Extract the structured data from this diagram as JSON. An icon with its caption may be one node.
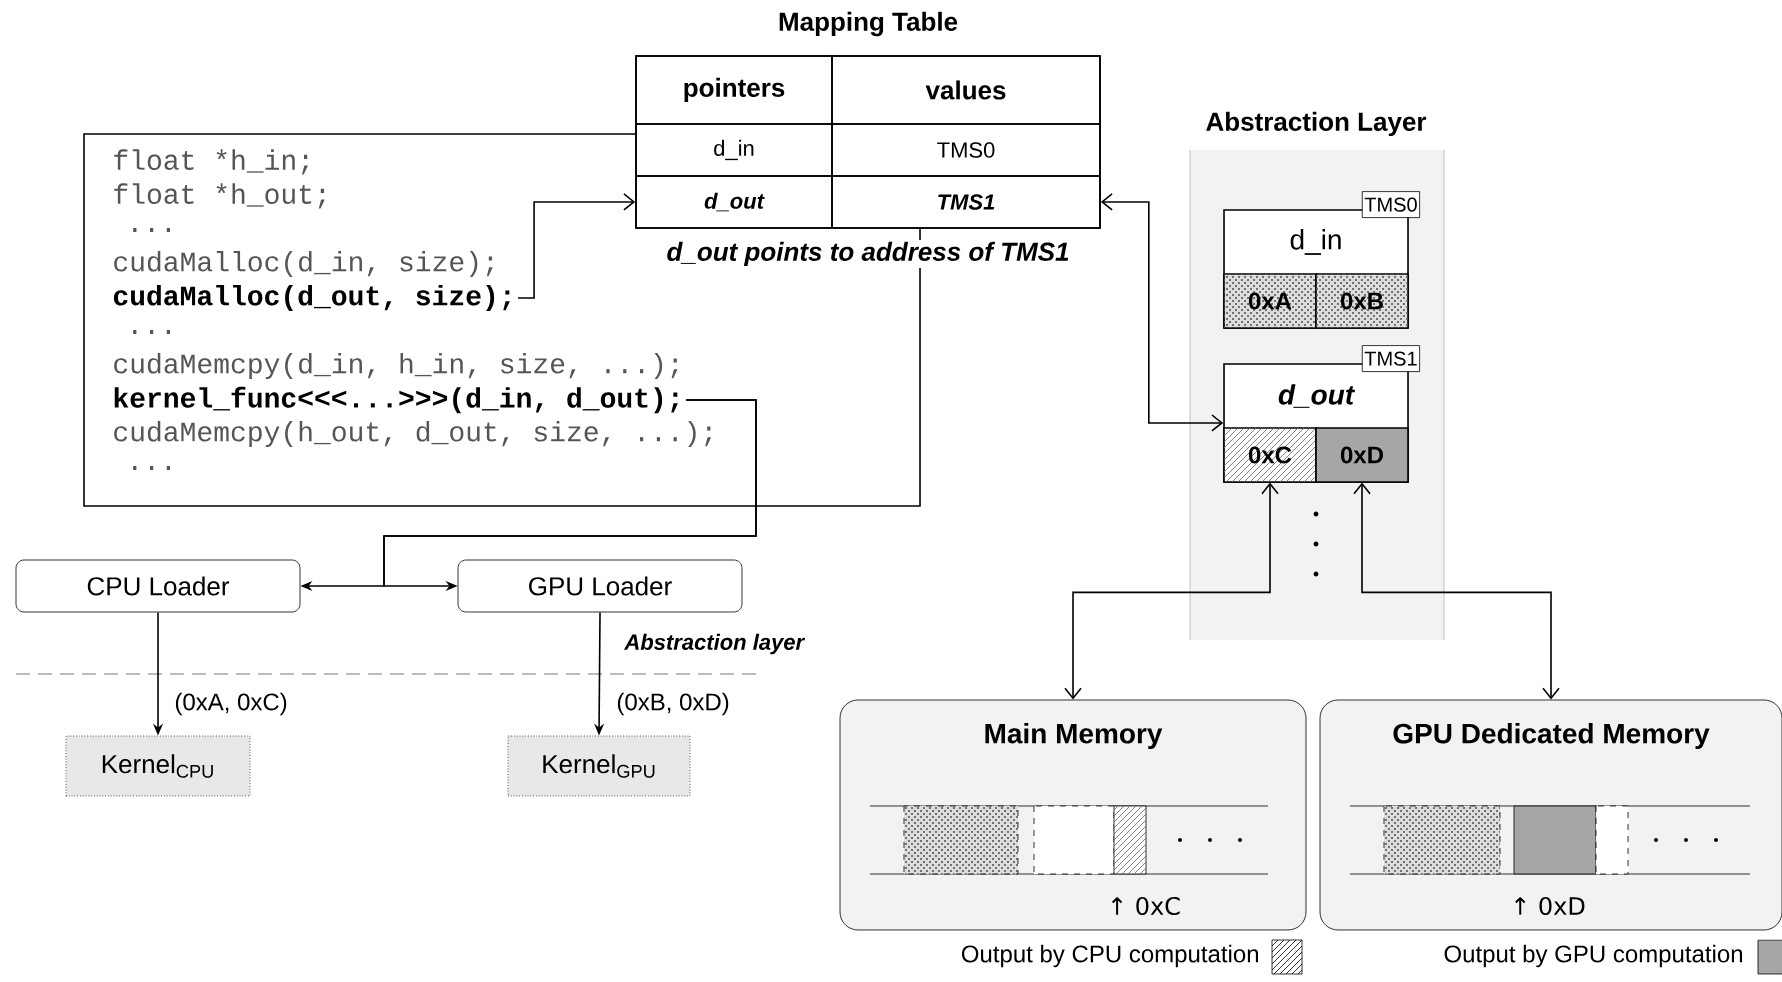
{
  "diagram": {
    "nodes": [
      {
        "text": [
          "Mapping Table"
        ],
        "beside": [
          "d_out points to address of TMS1"
        ]
      },
      {
        "text": [
          "pointers"
        ],
        "in": 0
      },
      {
        "text": [
          "values"
        ],
        "in": 0
      },
      {
        "text": [
          "d_in"
        ],
        "in": 0
      },
      {
        "text": [
          "TMS0"
        ],
        "in": 0
      },
      {
        "text": [
          "d_out"
        ]
      },
      {
        "text": [
          "TMS1"
        ],
        "in": 0
      },
      {
        "text": [],
        "shape": "box"
      },
      {
        "text": [
          "float *h_in;"
        ],
        "in": 7
      },
      {
        "text": [
          "float *h_out;"
        ],
        "in": 7
      },
      {
        "text": [
          "..."
        ],
        "in": 7
      },
      {
        "text": [
          "cudaMalloc(d_in, size);"
        ],
        "in": 7
      },
      {
        "text": [
          "cudaMalloc(d_out, size);"
        ],
        "in": 7
      },
      {
        "text": [
          "..."
        ],
        "in": 7
      },
      {
        "text": [
          "cudaMemcpy(d_in, h_in, size, ...);"
        ],
        "in": 7
      },
      {
        "text": [
          "kernel_func<<<...>>>(d_in, d_out);"
        ],
        "in": 7
      },
      {
        "text": [
          "cudaMemcpy(h_out, d_out, size, ...);"
        ],
        "in": 7
      },
      {
        "text": [
          "..."
        ],
        "in": 7
      },
      {
        "text": [
          "Abstraction Layer"
        ]
      },
      {
        "text": [
          "TMS0",
          "d_in"
        ],
        "in": 18
      },
      {
        "text": [
          "0xA"
        ],
        "in": 19
      },
      {
        "text": [
          "0xB"
        ],
        "in": 19
      },
      {
        "text": [
          "TMS1",
          "d_out"
        ],
        "in": 18
      },
      {
        "text": [
          "0xC"
        ],
        "in": 22
      },
      {
        "text": [
          "0xD"
        ],
        "in": 22
      },
      {
        "text": [
          "CPU Loader"
        ]
      },
      {
        "text": [
          "GPU Loader"
        ]
      },
      {
        "text": [
          "Kernel$_{CPU}$"
        ]
      },
      {
        "text": [
          "Kernel$_{GPU}$"
        ]
      },
      {
        "text": [
          "Main Memory",
          "↑ 0xC"
        ]
      },
      {
        "text": [
          "GPU Dedicated Memory",
          "↑ 0xD"
        ]
      }
    ],
    "edges": [
      {
        "from": 12,
        "to": 5,
        "arrow": "to"
      },
      {
        "from": 6,
        "to": 22,
        "arrow": "both"
      },
      {
        "from": 15,
        "to": 25,
        "arrow": "to"
      },
      {
        "from": 15,
        "to": 26,
        "arrow": "to"
      },
      {
        "from": 25,
        "to": 27,
        "arrow": "to",
        "label": "(0xA, 0xC)"
      },
      {
        "from": 26,
        "to": 28,
        "arrow": "to",
        "label": "(0xB, 0xD)"
      },
      {
        "from": 23,
        "to": 29,
        "arrow": "both"
      },
      {
        "from": 24,
        "to": 30,
        "arrow": "both"
      }
    ],
    "labels": [
      "Abstraction layer"
    ],
    "legend": [
      {
        "text": "Output by CPU computation"
      },
      {
        "text": "Output by GPU computation",
        "color": "#a6a6a6"
      }
    ]
  }
}
